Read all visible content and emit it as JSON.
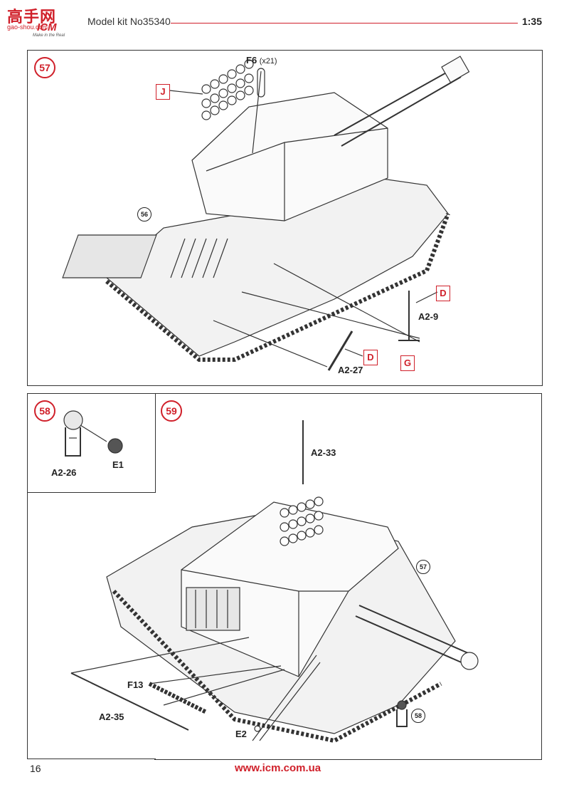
{
  "header": {
    "logo_cn": "高手网",
    "logo_site": "gao-shou.com",
    "logo_brand": "ICM",
    "logo_tagline": "Make in the Real",
    "title": "Model kit No35340",
    "scale": "1:35"
  },
  "steps": {
    "s57": {
      "number": "57",
      "ref": "56",
      "labels": {
        "f6": "F6",
        "f6_qty": "(x21)",
        "a2_9": "A2-9",
        "a2_27": "A2-27"
      },
      "boxes": {
        "j": "J",
        "d1": "D",
        "d2": "D",
        "g": "G"
      }
    },
    "s58": {
      "number": "58",
      "labels": {
        "a2_26": "A2-26",
        "e1": "E1"
      }
    },
    "s59": {
      "number": "59",
      "ref_top": "57",
      "ref_bottom": "58",
      "labels": {
        "a2_33": "A2-33",
        "f13": "F13",
        "a2_35": "A2-35",
        "e2": "E2"
      }
    }
  },
  "footer": {
    "page": "16",
    "url": "www.icm.com.ua"
  },
  "colors": {
    "accent": "#d0202a",
    "line": "#333333"
  }
}
